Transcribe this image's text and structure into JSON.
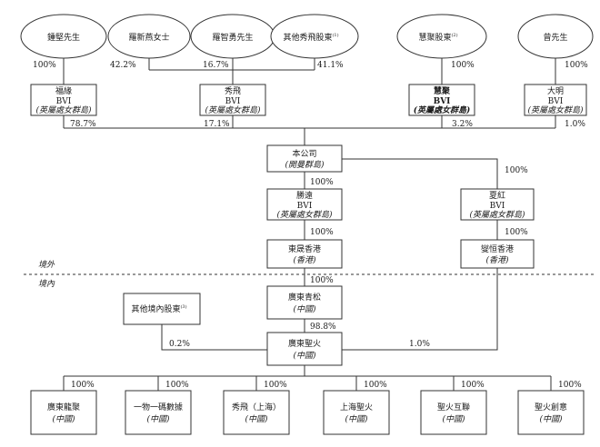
{
  "shareholders": [
    {
      "label": "鍾堅先生",
      "note": ""
    },
    {
      "label": "羅新燕女士",
      "note": ""
    },
    {
      "label": "羅智勇先生",
      "note": ""
    },
    {
      "label": "其他秀飛股東",
      "note": "(1)"
    },
    {
      "label": "慧聚股東",
      "note": "(2)"
    },
    {
      "label": "曾先生",
      "note": ""
    }
  ],
  "holdcos": [
    {
      "l1": "福緣",
      "l2": "BVI",
      "l3": "(英屬處女群島)"
    },
    {
      "l1": "秀飛",
      "l2": "BVI",
      "l3": "(英屬處女群島)"
    },
    {
      "l1": "慧聚",
      "l2": "BVI",
      "l3": "(英屬處女群島)"
    },
    {
      "l1": "大明",
      "l2": "BVI",
      "l3": "(英屬處女群島)"
    }
  ],
  "company": {
    "l1": "本公司",
    "l2": "(開曼群島)"
  },
  "shengyuan": {
    "l1": "勝遠",
    "l2": "BVI",
    "l3": "(英屬處女群島)"
  },
  "xiahong": {
    "l1": "夏紅",
    "l2": "BVI",
    "l3": "(英屬處女群島)"
  },
  "dongsheng_hk": {
    "l1": "東晟香港",
    "l2": "(香港)"
  },
  "wenheng_hk": {
    "l1": "燮恒香港",
    "l2": "(香港)"
  },
  "guangdong_qingsong": {
    "l1": "廣東青松",
    "l2": "(中國)"
  },
  "guangdong_shenghuo": {
    "l1": "廣東聖火",
    "l2": "(中國)"
  },
  "other_domestic": {
    "label": "其他境內股東",
    "note": "(3)"
  },
  "subsidiaries": [
    {
      "l1": "廣東龍聚",
      "l2": "(中國)"
    },
    {
      "l1": "一物一碼數據",
      "l2": "(中國)"
    },
    {
      "l1": "秀飛（上海）",
      "l2": "(中國)"
    },
    {
      "l1": "上海聖火",
      "l2": "(中國)"
    },
    {
      "l1": "聖火互聯",
      "l2": "(中國)"
    },
    {
      "l1": "聖火創意",
      "l2": "(中國)"
    }
  ],
  "regions": {
    "offshore": "境外",
    "onshore": "境內"
  },
  "percentages": {
    "zhong_to_fuyuan": "100%",
    "luo_xinyan": "42.2%",
    "luo_zhiyong": "16.7%",
    "other_xiufei": "41.1%",
    "huiju_sh": "100%",
    "zeng": "100%",
    "fuyuan_co": "78.7%",
    "xiufei_co": "17.1%",
    "huiju_co": "3.2%",
    "daming_co": "1.0%",
    "co_shengyuan": "100%",
    "co_xiahong": "100%",
    "shengyuan_dongsheng": "100%",
    "xiahong_wenheng": "100%",
    "dongsheng_qingsong": "100%",
    "qingsong_shenghuo": "98.8%",
    "other_shenghuo": "0.2%",
    "wenheng_shenghuo": "1.0%",
    "sub1": "100%",
    "sub2": "100%",
    "sub3": "100%",
    "sub4": "100%",
    "sub5": "100%",
    "sub6": "100%"
  }
}
